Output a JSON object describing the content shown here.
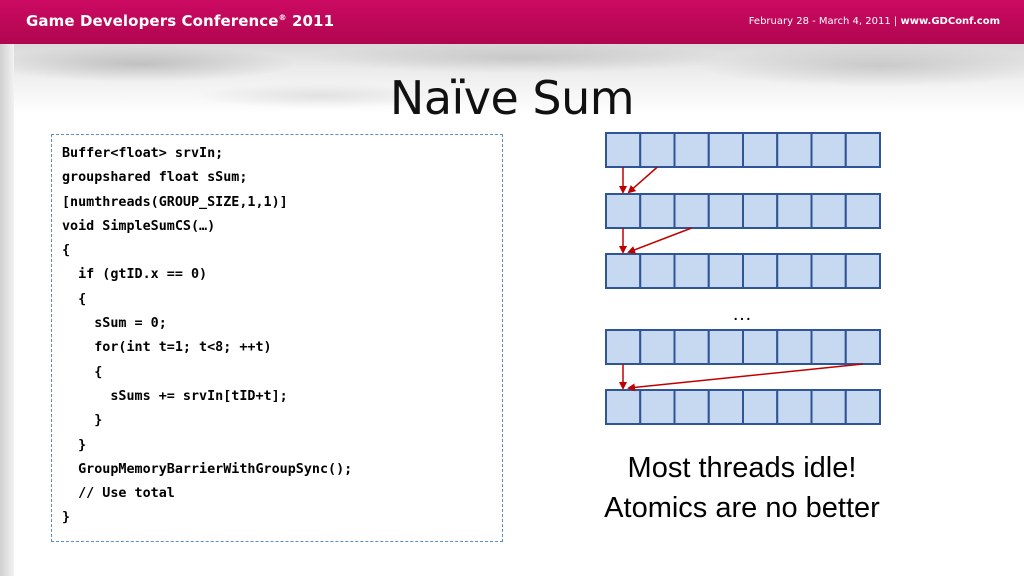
{
  "header": {
    "title": "Game Developers Conference",
    "registered_mark": "®",
    "year": " 2011",
    "dates": "February 28 - March 4, 2011 | ",
    "website": "www.GDConf.com"
  },
  "slide": {
    "title": "Naïve Sum"
  },
  "code": {
    "lines": [
      "Buffer<float> srvIn;",
      "groupshared float sSum;",
      "[numthreads(GROUP_SIZE,1,1)]",
      "void SimpleSumCS(…)",
      "{",
      "  if (gtID.x == 0)",
      "  {",
      "    sSum = 0;",
      "    for(int t=1; t<8; ++t)",
      "    {",
      "      sSums += srvIn[tID+t];",
      "    }",
      "  }",
      "  GroupMemoryBarrierWithGroupSync();",
      "  // Use total",
      "}"
    ]
  },
  "diagram": {
    "rows": 5,
    "cells_per_row": 8,
    "cell_fill": "#c6d9f1",
    "cell_stroke": "#2f5597",
    "arrow_color": "#c00000",
    "arrow_sources": [
      1,
      2,
      7
    ],
    "ellipsis": "…"
  },
  "captions": {
    "line1": "Most threads idle!",
    "line2": "Atomics are no better"
  },
  "colors": {
    "header_bg": "#c0085a",
    "code_border": "#5b8fc9"
  }
}
